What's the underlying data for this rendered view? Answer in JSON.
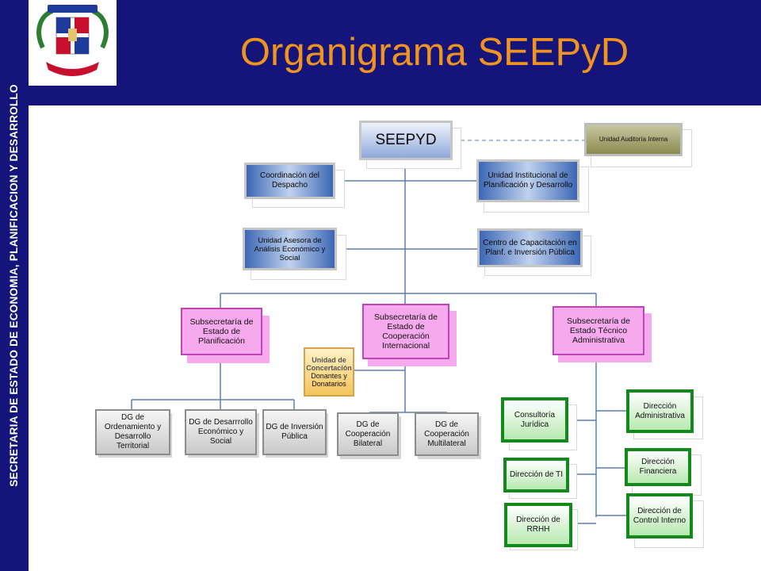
{
  "sidebar": {
    "text": "SECRETARIA DE ESTADO DE ECONOMIA, PLANIFICACION Y DESARROLLO"
  },
  "header": {
    "title": "Organigrama SEEPyD"
  },
  "logo": {
    "emblem": "dominican-republic-coat-of-arms",
    "colors": {
      "blue": "#1e3a9a",
      "red": "#c8102e",
      "green": "#2e7d32"
    }
  },
  "colors": {
    "navy": "#14147a",
    "title_orange": "#f0931f",
    "connector": "#5b7fb0"
  },
  "org": {
    "root": "SEEPYD",
    "audit": "Unidad Auditoría Interna",
    "coordinacion": "Coordinación del\nDespacho",
    "unidad_institucional": "Unidad Institucional de\nPlanificación y Desarrollo",
    "unidad_asesora": "Unidad Asesora de\nAnálisis Económico y\nSocial",
    "centro_capacitacion": "Centro de Capacitación en\nPlanf. e Inversión Pública",
    "sub_planificacion": "Subsecretaría de\nEstado de\nPlanificación",
    "sub_cooperacion": "Subsecretaría de\nEstado de\nCooperación\nInternacional",
    "sub_tecnico": "Subsecretaría de\nEstado Técnico\nAdministrativa",
    "unidad_concertacion_title": "Unidad de\nConcertación",
    "unidad_concertacion_sub": "Donantes y\nDonatarios",
    "dg_ordenamiento": "DG de\nOrdenamiento y\nDesarrollo Territorial",
    "dg_desarrollo": "DG de Desarrrollo\nEconómico y Social",
    "dg_inversion": "DG de Inversión\nPública",
    "dg_bilateral": "DG de\nCooperación\nBilateral",
    "dg_multilateral": "DG de\nCooperación\nMultilateral",
    "consultoria": "Consultoría\nJurídica",
    "direccion_ti": "Dirección de TI",
    "direccion_rrhh": "Dirección de\nRRHH",
    "direccion_administrativa": "Dirección\nAdministrativa",
    "direccion_financiera": "Dirección\nFinanciera",
    "direccion_control": "Dirección de\nControl Interno"
  }
}
